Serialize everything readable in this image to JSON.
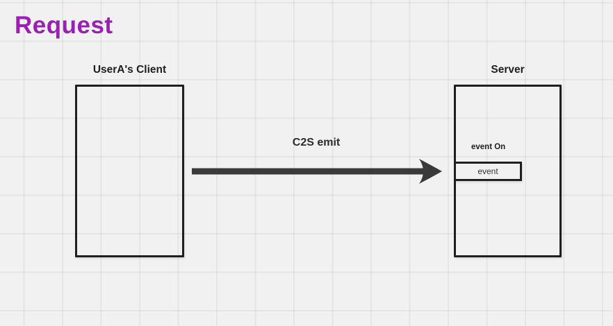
{
  "page": {
    "title": "Request"
  },
  "colors": {
    "accent_title": "#9b1fb3",
    "shape_border": "#1f1f1f",
    "arrow": "#3a3a3a",
    "canvas_background": "#f1f1f1",
    "grid_line": "#e4e4e4",
    "label_text": "#1e1e1e"
  },
  "diagram": {
    "client": {
      "label": "UserA's Client"
    },
    "server": {
      "label": "Server",
      "event_handler_label": "event On",
      "event_label": "event"
    },
    "arrow": {
      "label": "C2S emit",
      "direction": "left-to-right"
    }
  }
}
